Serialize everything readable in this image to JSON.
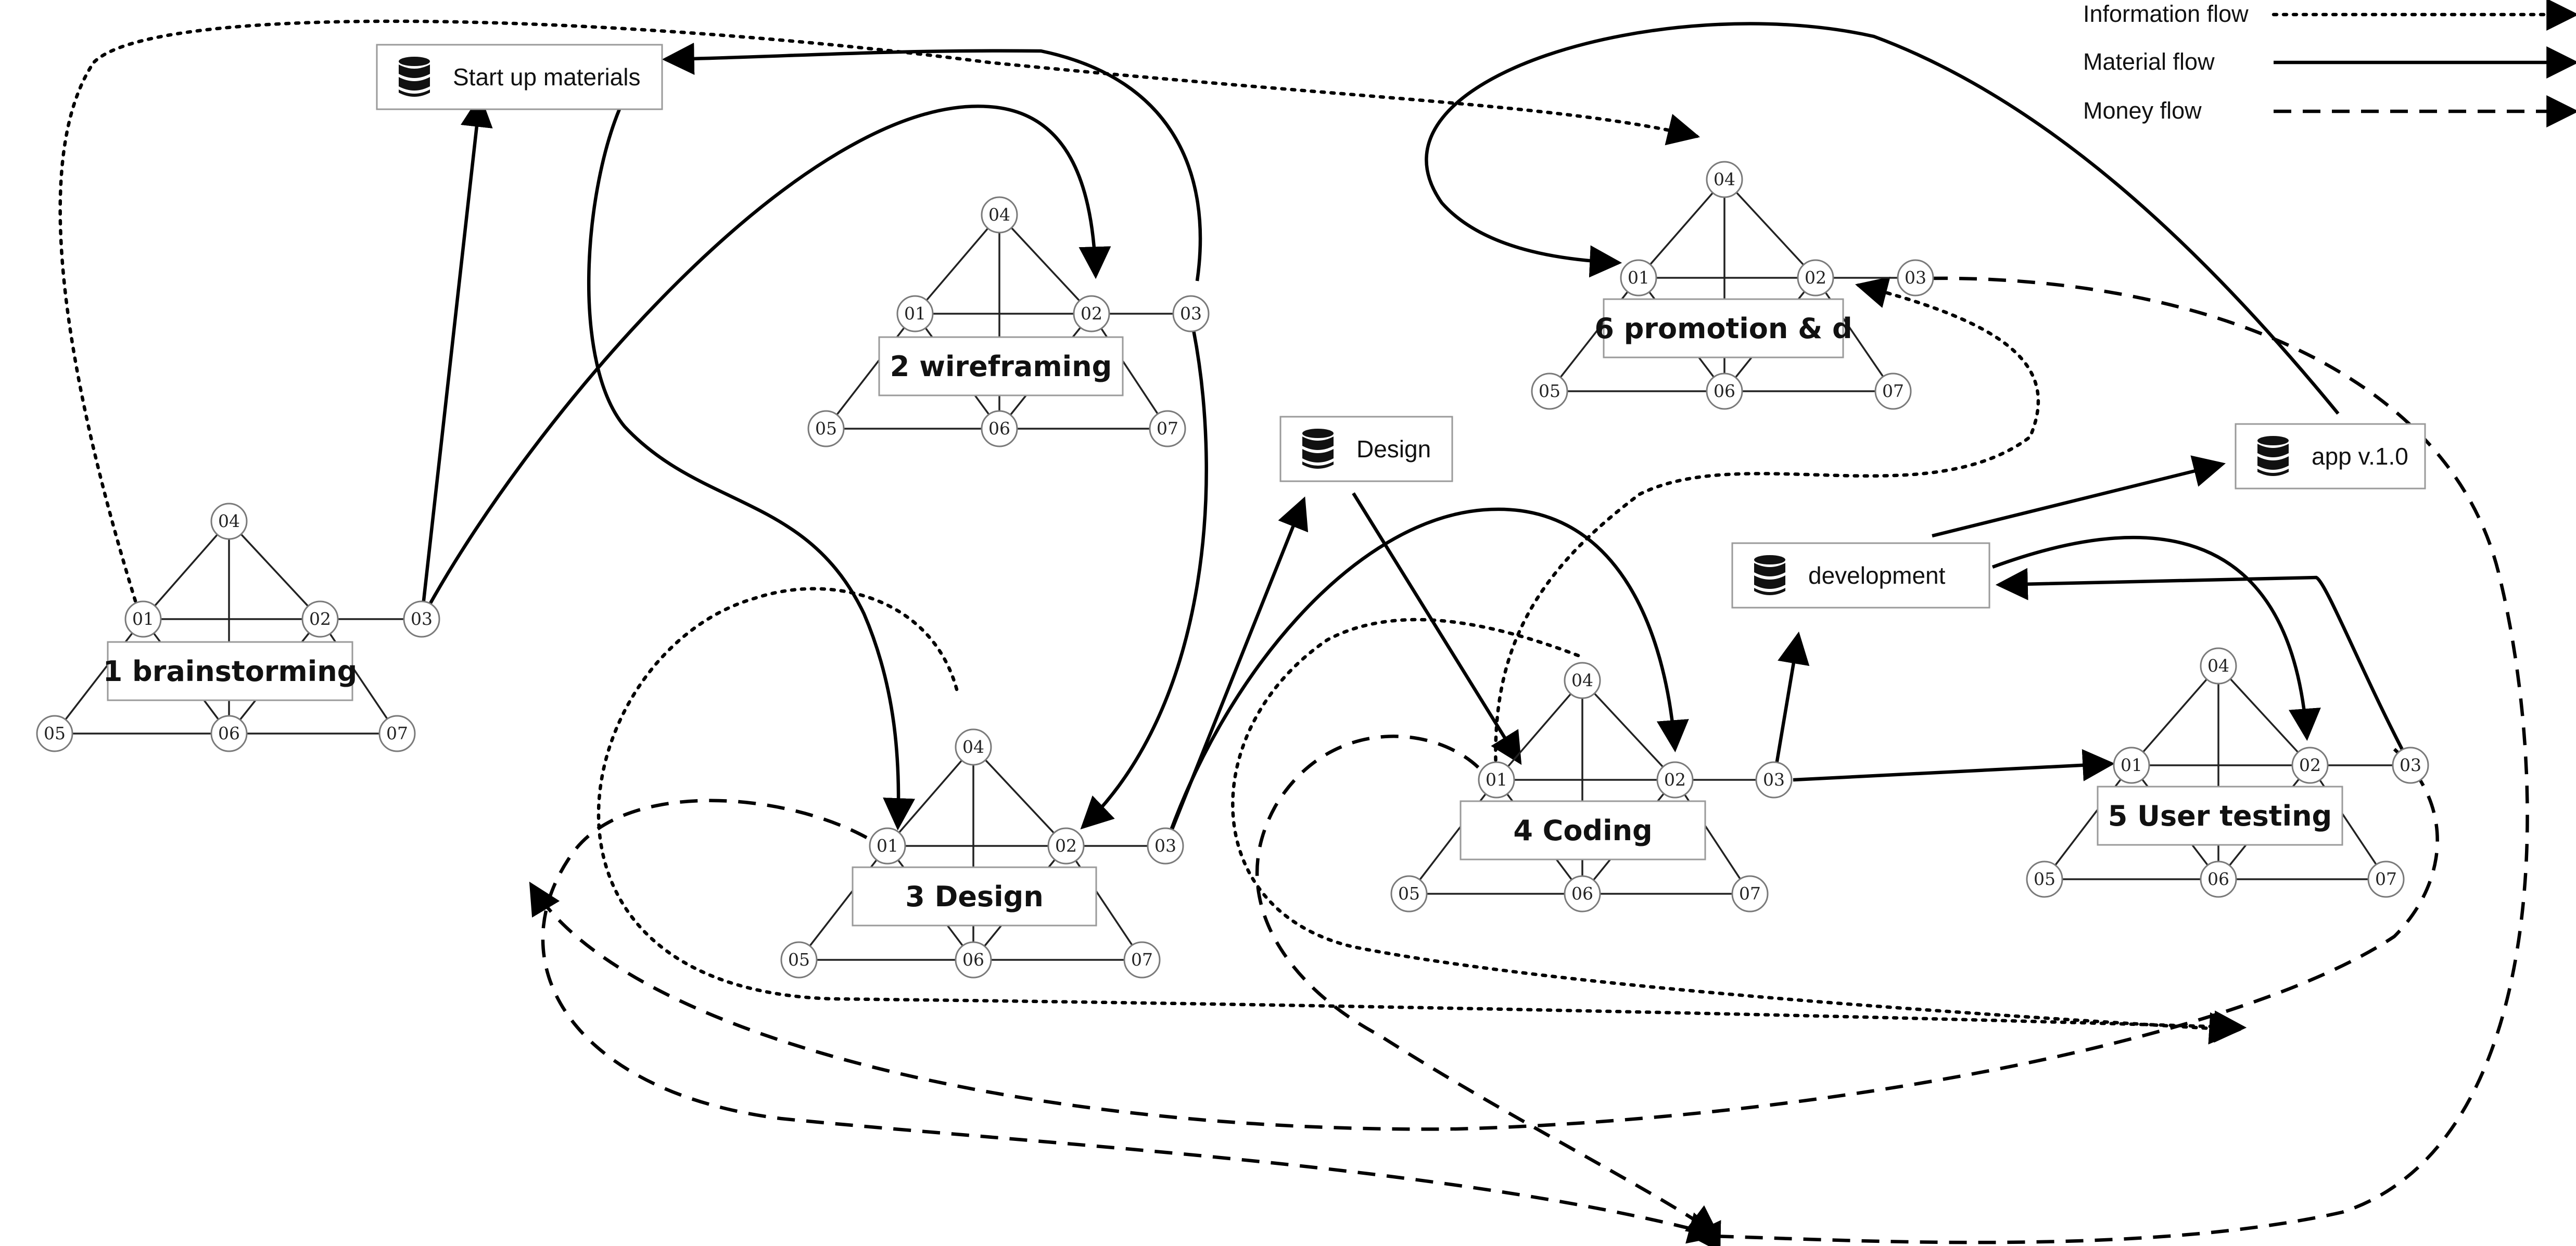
{
  "legend": [
    {
      "label": "Information flow",
      "style": "info"
    },
    {
      "label": "Material flow",
      "style": "material"
    },
    {
      "label": "Money flow",
      "style": "money"
    }
  ],
  "node_labels": [
    "01",
    "02",
    "03",
    "04",
    "05",
    "06",
    "07"
  ],
  "processes": [
    {
      "id": "p1",
      "label": "1 brainstorming"
    },
    {
      "id": "p2",
      "label": "2 wireframing"
    },
    {
      "id": "p3",
      "label": "3 Design"
    },
    {
      "id": "p4",
      "label": "4 Coding"
    },
    {
      "id": "p5",
      "label": "5 User testing"
    },
    {
      "id": "p6",
      "label": "6 promotion & d"
    }
  ],
  "resources": [
    {
      "id": "startup",
      "label": "Start up materials",
      "icon": "database-icon"
    },
    {
      "id": "design",
      "label": "Design",
      "icon": "database-icon"
    },
    {
      "id": "development",
      "label": "development",
      "icon": "database-icon"
    },
    {
      "id": "app",
      "label": "app v.1.0",
      "icon": "database-icon"
    }
  ]
}
